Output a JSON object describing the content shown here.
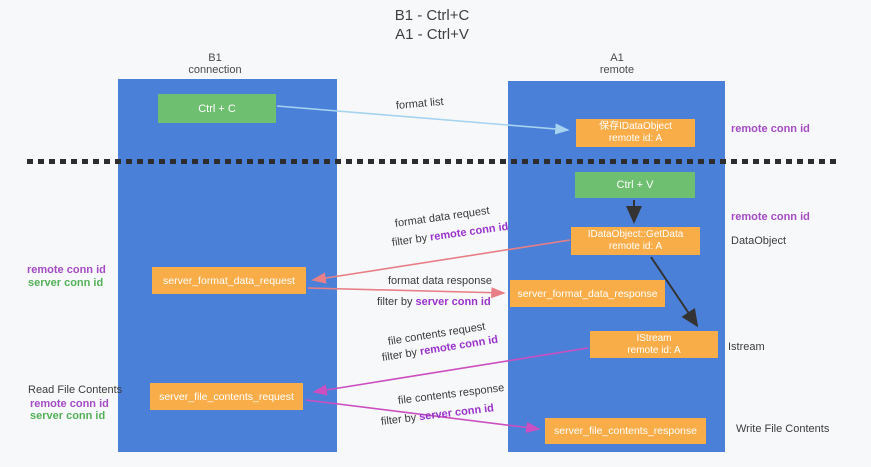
{
  "title": {
    "line1": "B1 - Ctrl+C",
    "line2": "A1 - Ctrl+V"
  },
  "columns": {
    "left": {
      "name": "B1",
      "role": "connection"
    },
    "right": {
      "name": "A1",
      "role": "remote"
    }
  },
  "boxes": {
    "ctrl_c": "Ctrl + C",
    "ctrl_v": "Ctrl + V",
    "save_dataobject": {
      "line1": "保存IDataObject",
      "line2": "remote id: A"
    },
    "getdata": {
      "line1": "IDataObject::GetData",
      "line2": "remote id: A"
    },
    "istream": {
      "line1": "IStream",
      "line2": "remote id: A"
    },
    "format_request": "server_format_data_request",
    "format_response": "server_format_data_response",
    "file_request": "server_file_contents_request",
    "file_response": "server_file_contents_response"
  },
  "side_labels": {
    "right_remote_conn_id_top": "remote conn id",
    "right_remote_conn_id_mid": "remote conn id",
    "right_dataobject": "DataObject",
    "right_istream": "Istream",
    "right_write_file_contents": "Write File Contents",
    "left_remote_conn_id_1": "remote conn id",
    "left_server_conn_id_1": "server conn id",
    "left_read_file_contents": "Read File Contents",
    "left_remote_conn_id_2": "remote conn id",
    "left_server_conn_id_2": "server conn id"
  },
  "arrow_labels": {
    "format_list": "format list",
    "format_data_request": "format data request",
    "format_data_response": "format data response",
    "file_contents_request": "file contents request",
    "file_contents_response": "file contents response",
    "filter_by_prefix": "filter by ",
    "filter_remote": "remote conn id",
    "filter_server": "server conn id"
  },
  "colors": {
    "column_blue": "#4b80d8",
    "box_green": "#6fbf71",
    "box_orange": "#f9ad49",
    "arrow_light_blue": "#a5d3f0",
    "arrow_salmon": "#e87f86",
    "arrow_magenta": "#cb4fc0",
    "arrow_black": "#333333",
    "label_purple": "#a44cc4",
    "label_green": "#53b158",
    "filter_purple": "#9933cc",
    "background": "#f7f8fa"
  }
}
